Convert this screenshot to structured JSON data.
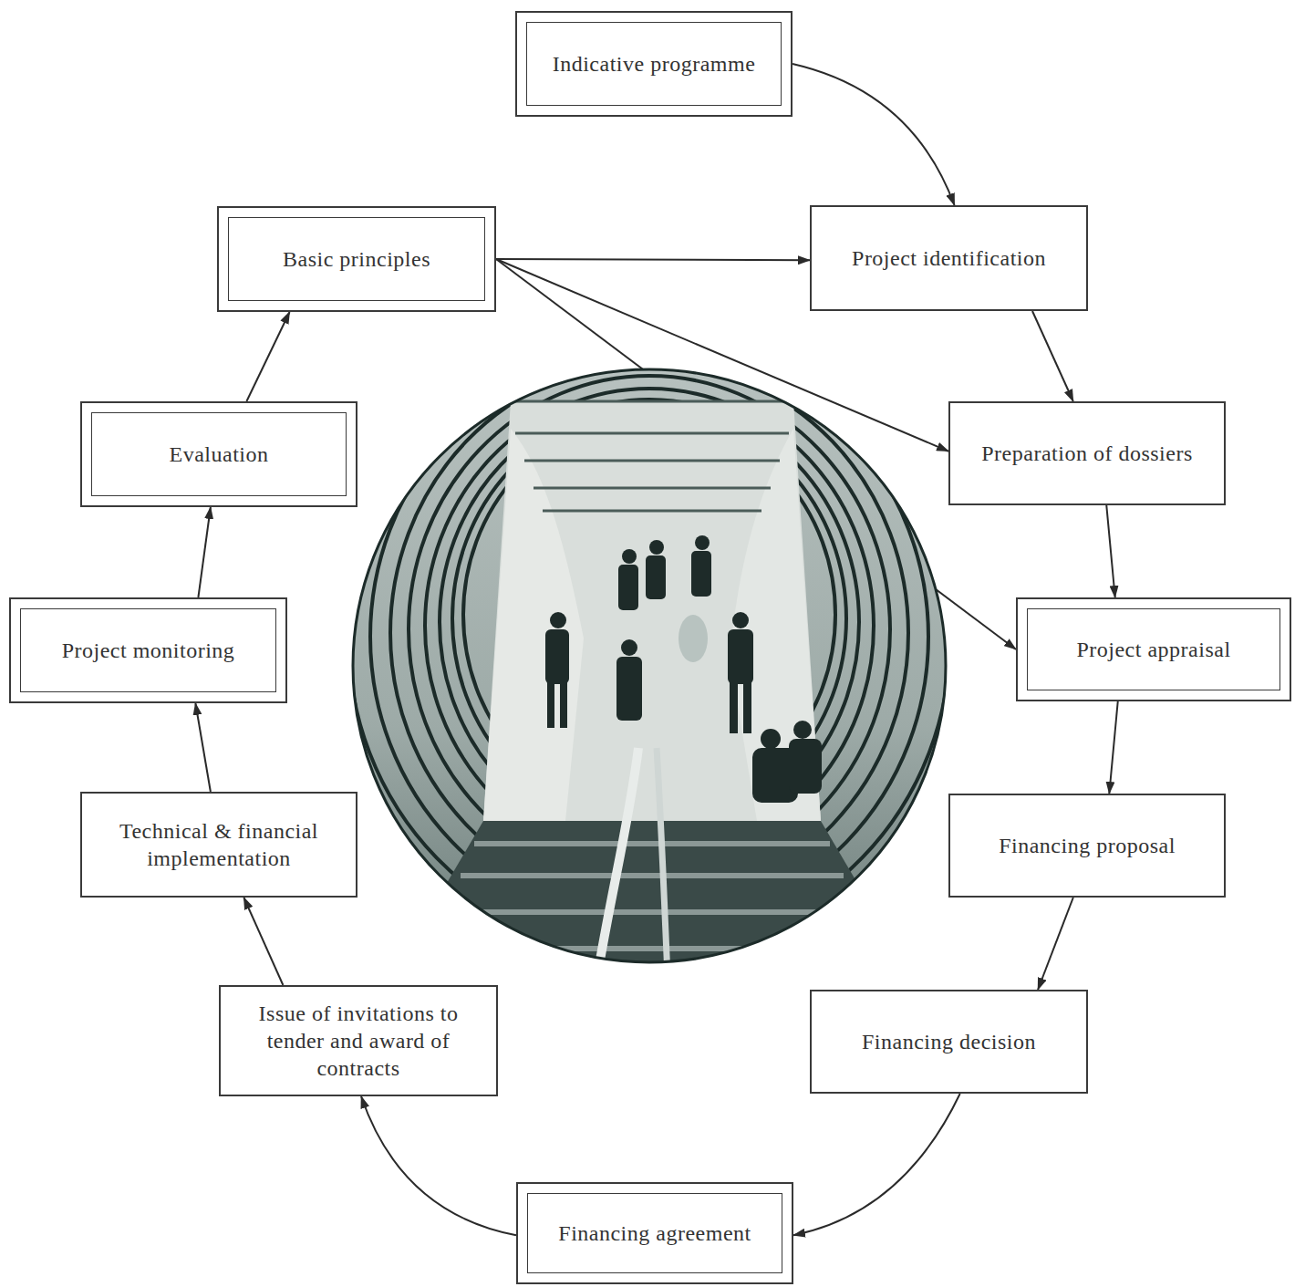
{
  "diagram": {
    "nodes": [
      {
        "text": [
          "Indicative programme"
        ]
      },
      {
        "text": [
          "Project identification"
        ]
      },
      {
        "text": [
          "Preparation of dossiers"
        ]
      },
      {
        "text": [
          "Project appraisal"
        ]
      },
      {
        "text": [
          "Financing proposal"
        ]
      },
      {
        "text": [
          "Financing decision"
        ]
      },
      {
        "text": [
          "Financing agreement"
        ]
      },
      {
        "text": [
          "Issue of invitations to tender and award of contracts"
        ]
      },
      {
        "text": [
          "Technical & financial implementation"
        ]
      },
      {
        "text": [
          "Project monitoring"
        ]
      },
      {
        "text": [
          "Evaluation"
        ]
      },
      {
        "text": [
          "Basic principles"
        ]
      }
    ],
    "edges": [
      {
        "from": 0,
        "to": 1,
        "arrow": "to"
      },
      {
        "from": 1,
        "to": 2,
        "arrow": "to"
      },
      {
        "from": 2,
        "to": 3,
        "arrow": "to"
      },
      {
        "from": 3,
        "to": 4,
        "arrow": "to"
      },
      {
        "from": 4,
        "to": 5,
        "arrow": "to"
      },
      {
        "from": 5,
        "to": 6,
        "arrow": "to"
      },
      {
        "from": 6,
        "to": 7,
        "arrow": "to"
      },
      {
        "from": 7,
        "to": 8,
        "arrow": "to"
      },
      {
        "from": 8,
        "to": 9,
        "arrow": "to"
      },
      {
        "from": 9,
        "to": 10,
        "arrow": "to"
      },
      {
        "from": 10,
        "to": 11,
        "arrow": "to"
      },
      {
        "from": 11,
        "to": 1,
        "arrow": "to"
      },
      {
        "from": 11,
        "to": 2,
        "arrow": "to"
      },
      {
        "from": 11,
        "to": 3,
        "arrow": "to"
      }
    ]
  }
}
